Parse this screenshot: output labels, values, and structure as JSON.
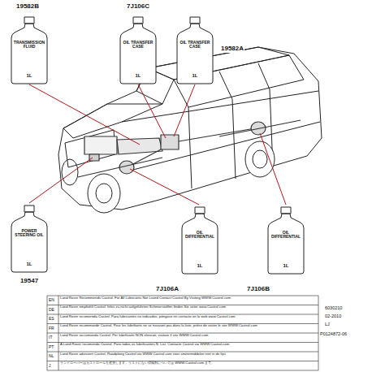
{
  "diagram": {
    "nodes": [
      {
        "text": [
          "TRANSMISSION FLUID",
          "1L"
        ]
      },
      {
        "text": [
          "OIL TRANSFER CASE",
          "1L"
        ]
      },
      {
        "text": [
          "OIL TRANSFER CASE",
          "1L"
        ]
      },
      {
        "text": [
          "POWER STEERING OIL",
          "1L"
        ]
      },
      {
        "text": [
          "OIL DIFFERENTIAL",
          "1L"
        ]
      },
      {
        "text": [
          "OIL DIFFERENTIAL",
          "1L"
        ]
      }
    ],
    "labels": [
      "19582B",
      "7J106C",
      "19582A",
      "19547",
      "7J106A",
      "7J106B",
      "EN",
      "Land Rover Recommends Castrol. For All Lubricants Not Listed Contact Castrol By Visiting WWW.Castrol.com",
      "DE",
      "Land Rover empfiehlt Castrol. Infos zu nicht aufgeführten Schmierstoffen finden Sie unter www.Castrol.com",
      "ES",
      "Land Rover recomienda Castrol. Para lubricantes no indicados, póngase en contacto en la web www.Castrol.com",
      "FR",
      "Land Rover recommande Castrol. Pour les lubrifiants ne se trouvant pas dans la liste, prière de visiter le site WWW.Castrol.com",
      "IT",
      "Land Rover raccomanda Castrol. Per lubrificanti NON elencati, visitare il sito WWW.Castrol.com",
      "PT",
      "A Land Rover recomenda Castrol. Para todos os lubrificantes N. List. Contacte Castrol via WWW.Castrol.com",
      "NL",
      "Land Rover adviseert Castrol. Raadpleeg Castrol via WWW.Castrol.com voor smeermiddelen niet in de lijst",
      "J",
      "ランドローバーはカストロールを推奨します。リストにない潤滑剤については WWW.Castrol.com まで。",
      "6030210",
      "02-2010",
      "LJ",
      "P0124872-06"
    ]
  }
}
